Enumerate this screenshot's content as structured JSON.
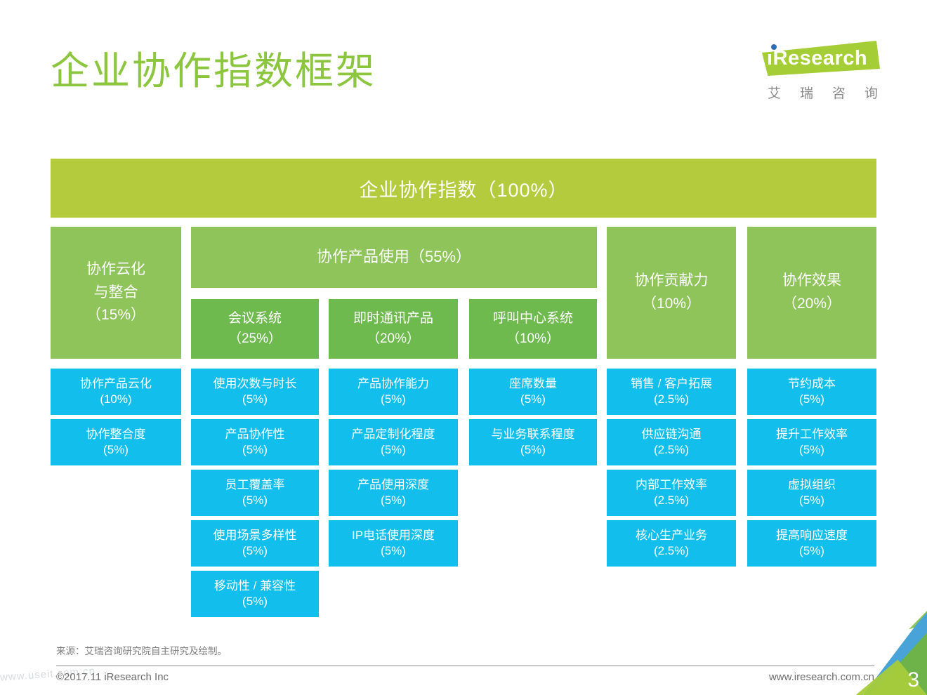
{
  "title": "企业协作指数框架",
  "logo": {
    "brand": "iResearch",
    "caption": "艾瑞咨询"
  },
  "banner": "企业协作指数（100%）",
  "framework": {
    "cloud": {
      "header": "协作云化\n与整合\n（15%）",
      "items": [
        {
          "label": "协作产品云化",
          "weight": "(10%)"
        },
        {
          "label": "协作整合度",
          "weight": "(5%)"
        }
      ]
    },
    "product_usage": {
      "header": "协作产品使用（55%）",
      "meeting": {
        "header": "会议系统\n（25%）",
        "items": [
          {
            "label": "使用次数与时长",
            "weight": "(5%)"
          },
          {
            "label": "产品协作性",
            "weight": "(5%)"
          },
          {
            "label": "员工覆盖率",
            "weight": "(5%)"
          },
          {
            "label": "使用场景多样性",
            "weight": "(5%)"
          },
          {
            "label": "移动性 / 兼容性",
            "weight": "(5%)"
          }
        ]
      },
      "im": {
        "header": "即时通讯产品\n（20%）",
        "items": [
          {
            "label": "产品协作能力",
            "weight": "(5%)"
          },
          {
            "label": "产品定制化程度",
            "weight": "(5%)"
          },
          {
            "label": "产品使用深度",
            "weight": "(5%)"
          },
          {
            "label": "IP电话使用深度",
            "weight": "(5%)"
          }
        ]
      },
      "callcenter": {
        "header": "呼叫中心系统\n（10%）",
        "items": [
          {
            "label": "座席数量",
            "weight": "(5%)"
          },
          {
            "label": "与业务联系程度",
            "weight": "(5%)"
          }
        ]
      }
    },
    "contribution": {
      "header": "协作贡献力\n（10%）",
      "items": [
        {
          "label": "销售 / 客户拓展",
          "weight": "(2.5%)"
        },
        {
          "label": "供应链沟通",
          "weight": "(2.5%)"
        },
        {
          "label": "内部工作效率",
          "weight": "(2.5%)"
        },
        {
          "label": "核心生产业务",
          "weight": "(2.5%)"
        }
      ]
    },
    "effect": {
      "header": "协作效果\n（20%）",
      "items": [
        {
          "label": "节约成本",
          "weight": "(5%)"
        },
        {
          "label": "提升工作效率",
          "weight": "(5%)"
        },
        {
          "label": "虚拟组织",
          "weight": "(5%)"
        },
        {
          "label": "提高响应速度",
          "weight": "(5%)"
        }
      ]
    }
  },
  "source": "来源：艾瑞咨询研究院自主研究及绘制。",
  "footer": {
    "copyright": "©2017.11 iResearch Inc",
    "website": "www.iresearch.com.cn",
    "page_number": "3"
  },
  "watermark": "www.useit.com.cn",
  "colors": {
    "banner": "#b4cb3e",
    "group_header": "#8ec45a",
    "sub_header": "#6fba4e",
    "item_cyan": "#12bfec",
    "title_green": "#8cc63f",
    "logo_green": "#a5cd35",
    "logo_dot_blue": "#2e6db4",
    "corner_blue": "#47a3d8",
    "corner_green_dark": "#6db34a",
    "corner_green_light": "#a6cc3a"
  }
}
